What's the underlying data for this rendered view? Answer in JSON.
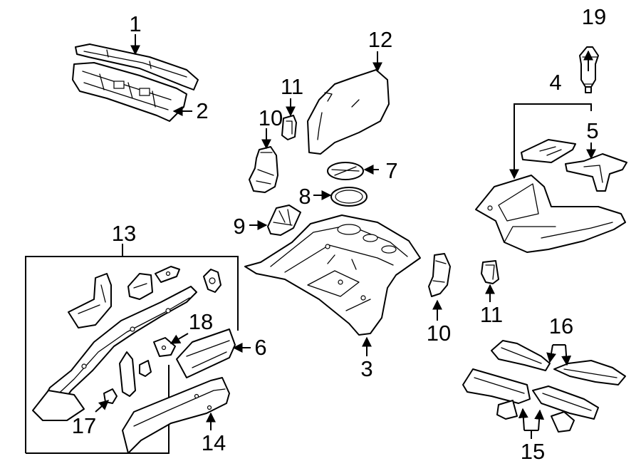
{
  "callouts": {
    "c1": "1",
    "c2": "2",
    "c3": "3",
    "c4": "4",
    "c5": "5",
    "c6": "6",
    "c7": "7",
    "c8": "8",
    "c9": "9",
    "c10a": "10",
    "c10b": "10",
    "c11a": "11",
    "c11b": "11",
    "c12": "12",
    "c13": "13",
    "c14": "14",
    "c15": "15",
    "c16": "16",
    "c17": "17",
    "c18": "18",
    "c19": "19"
  }
}
